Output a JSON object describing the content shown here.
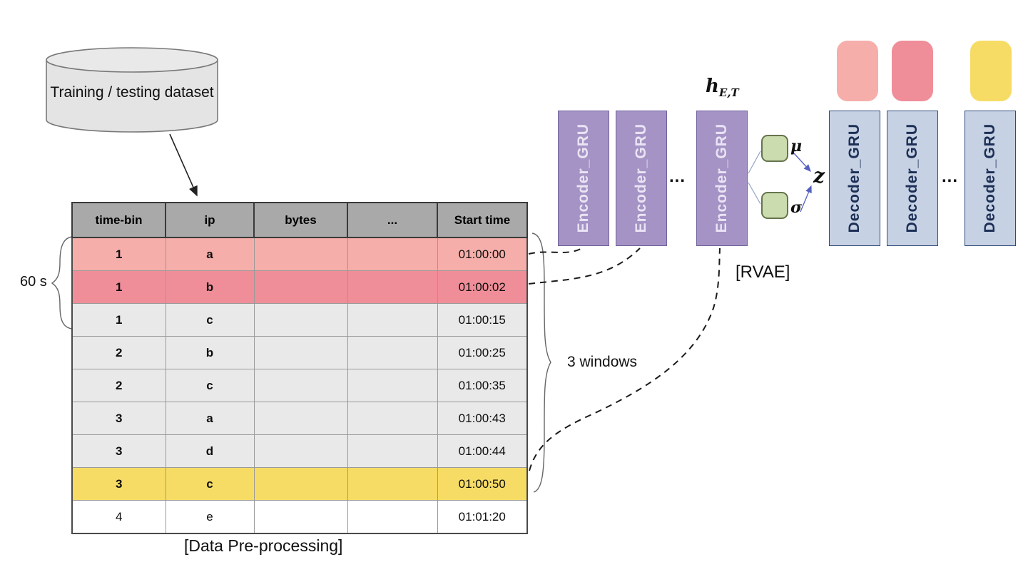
{
  "diagram": {
    "dataset_label": "Training / testing dataset",
    "preprocessing_label": "[Data Pre-processing]",
    "rvae_label": "[RVAE]",
    "windows_label": "3 windows",
    "bin_duration_label": "60 s",
    "hidden_state_label": {
      "base": "h",
      "subscript": "E,T"
    },
    "mu_label": "μ",
    "sigma_label": "σ",
    "z_label": "z",
    "encoder_label": "Encoder_GRU",
    "decoder_label": "Decoder_GRU",
    "encoder_ellipsis": "...",
    "decoder_ellipsis": "..."
  },
  "table": {
    "headers": [
      "time-bin",
      "ip",
      "bytes",
      "...",
      "Start time"
    ],
    "rows": [
      {
        "cells": [
          "1",
          "a",
          "",
          "",
          "01:00:00"
        ],
        "color": "pink_light",
        "emphasis": true
      },
      {
        "cells": [
          "1",
          "b",
          "",
          "",
          "01:00:02"
        ],
        "color": "pink_dark",
        "emphasis": true
      },
      {
        "cells": [
          "1",
          "c",
          "",
          "",
          "01:00:15"
        ],
        "color": "row_gray",
        "emphasis": true
      },
      {
        "cells": [
          "2",
          "b",
          "",
          "",
          "01:00:25"
        ],
        "color": "row_gray",
        "emphasis": true
      },
      {
        "cells": [
          "2",
          "c",
          "",
          "",
          "01:00:35"
        ],
        "color": "row_gray",
        "emphasis": true
      },
      {
        "cells": [
          "3",
          "a",
          "",
          "",
          "01:00:43"
        ],
        "color": "row_gray",
        "emphasis": true
      },
      {
        "cells": [
          "3",
          "d",
          "",
          "",
          "01:00:44"
        ],
        "color": "row_gray",
        "emphasis": true
      },
      {
        "cells": [
          "3",
          "c",
          "",
          "",
          "01:00:50"
        ],
        "color": "row_yellow",
        "emphasis": true
      },
      {
        "cells": [
          "4",
          "e",
          "",
          "",
          "01:01:20"
        ],
        "color": "row_white",
        "emphasis": false
      }
    ]
  },
  "colors": {
    "header_gray": "#a9a9a9",
    "row_gray": "#e9e9e9",
    "row_white": "#ffffff",
    "pink_light": "#f5aeaa",
    "pink_dark": "#ef8e98",
    "row_yellow": "#f6dc65",
    "encoder_purple": "#a493c4",
    "encoder_border": "#70619c",
    "encoder_text": "#eae4f5",
    "decoder_blue": "#c7d1e4",
    "decoder_border": "#2f4b7c",
    "decoder_text": "#1b2f55",
    "green_box": "#cbdcae",
    "green_border": "#66744f",
    "cylinder_gray": "#e4e4e4",
    "arrow_blue": "#5560c0"
  }
}
